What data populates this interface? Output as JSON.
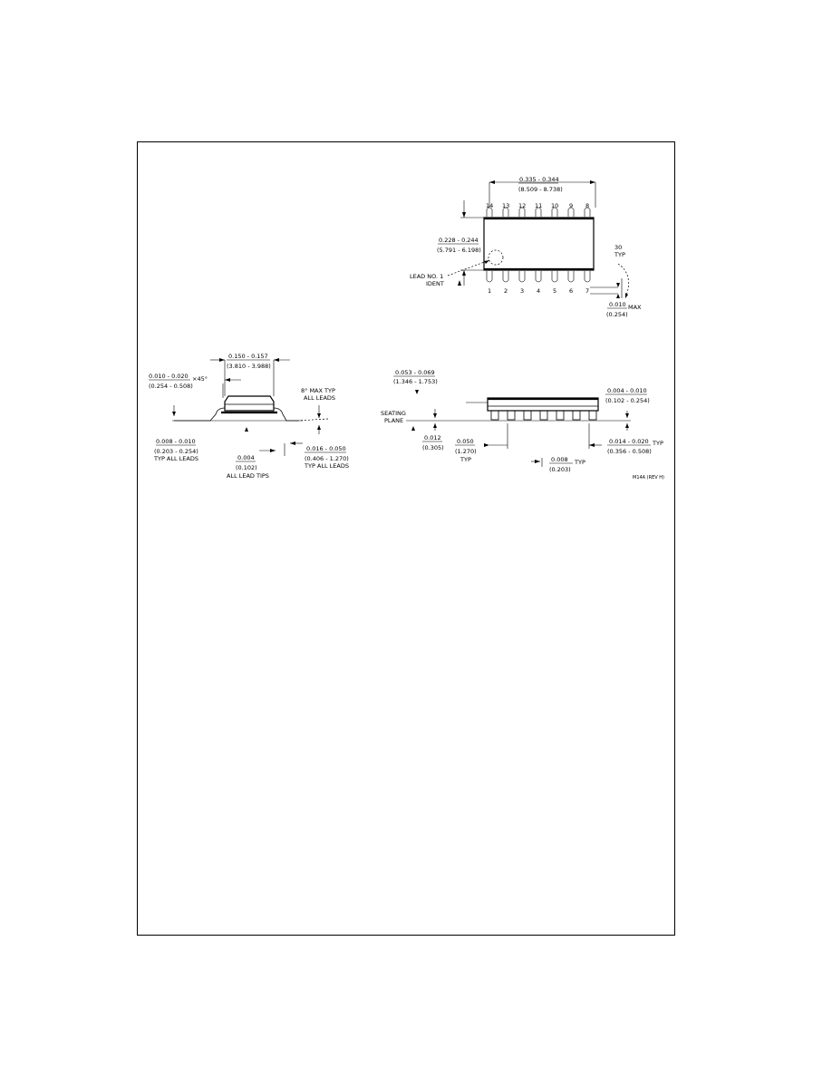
{
  "top_view": {
    "dim_length": "0.335 - 0.344",
    "dim_length_mm": "(8.509 - 8.738)",
    "dim_width": "0.228 - 0.244",
    "dim_width_mm": "(5.791 - 6.198)",
    "lead_ident_line1": "LEAD NO. 1",
    "lead_ident_line2": "IDENT",
    "angle": "30",
    "angle_typ": "TYP",
    "dim_max": "0.010",
    "dim_max_suffix": "MAX",
    "dim_max_mm": "(0.254)",
    "pins_top": [
      "14",
      "13",
      "12",
      "11",
      "10",
      "9",
      "8"
    ],
    "pins_bottom": [
      "1",
      "2",
      "3",
      "4",
      "5",
      "6",
      "7"
    ]
  },
  "end_view": {
    "dim_body": "0.150 - 0.157",
    "dim_body_mm": "(3.810 - 3.988)",
    "dim_chamfer": "0.010 - 0.020",
    "dim_chamfer_mm": "(0.254 - 0.508)",
    "chamfer_angle": "×45°",
    "angle_note_1": "8° MAX TYP",
    "angle_note_2": "ALL LEADS",
    "dim_lead_thk": "0.008 - 0.010",
    "dim_lead_thk_mm": "(0.203 - 0.254)",
    "dim_lead_thk_note": "TYP ALL LEADS",
    "dim_tip": "0.004",
    "dim_tip_mm": "(0.102)",
    "dim_tip_note": "ALL LEAD TIPS",
    "dim_foot": "0.016 - 0.050",
    "dim_foot_mm": "(0.406 - 1.270)",
    "dim_foot_note": "TYP ALL LEADS"
  },
  "side_view": {
    "dim_height": "0.053 - 0.069",
    "dim_height_mm": "(1.346 - 1.753)",
    "seating_1": "SEATING",
    "seating_2": "PLANE",
    "dim_standoff": "0.004 - 0.010",
    "dim_standoff_mm": "(0.102 - 0.254)",
    "dim_a": "0.012",
    "dim_a_mm": "(0.305)",
    "dim_pitch": "0.050",
    "dim_pitch_mm": "(1.270)",
    "dim_pitch_typ": "TYP",
    "dim_lead_w": "0.014 - 0.020",
    "dim_lead_w_typ": "TYP",
    "dim_lead_w_mm": "(0.356 - 0.508)",
    "dim_gap": "0.008",
    "dim_gap_typ": "TYP",
    "dim_gap_mm": "(0.203)",
    "drawing_no": "M14A (REV H)"
  }
}
